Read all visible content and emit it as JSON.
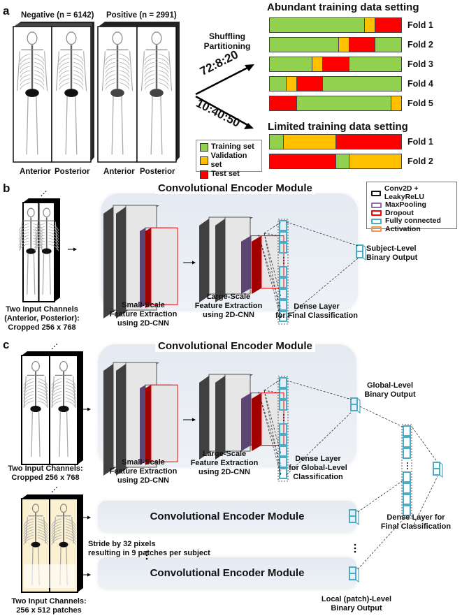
{
  "panels": {
    "a": {
      "label": "a",
      "negative_title": "Negative (n = 6142)",
      "positive_title": "Positive (n = 2991)",
      "views": [
        "Anterior",
        "Posterior",
        "Anterior",
        "Posterior"
      ],
      "shuffle_text": [
        "Shuffling",
        "Partitioning"
      ],
      "ratio_abundant": "72:8:20",
      "ratio_limited": "10:40:50",
      "legend": [
        {
          "label": "Training set",
          "color": "#92d050"
        },
        {
          "label": "Validation set",
          "color": "#ffc000"
        },
        {
          "label": "Test set",
          "color": "#ff0000"
        }
      ],
      "abundant": {
        "title": "Abundant training data setting",
        "folds": [
          {
            "label": "Fold 1",
            "segments": [
              {
                "type": "train",
                "pct": 72
              },
              {
                "type": "val",
                "pct": 8
              },
              {
                "type": "test",
                "pct": 20
              }
            ]
          },
          {
            "label": "Fold 2",
            "segments": [
              {
                "type": "train",
                "pct": 52
              },
              {
                "type": "val",
                "pct": 8
              },
              {
                "type": "test",
                "pct": 20
              },
              {
                "type": "train",
                "pct": 20
              }
            ]
          },
          {
            "label": "Fold 3",
            "segments": [
              {
                "type": "train",
                "pct": 32
              },
              {
                "type": "val",
                "pct": 8
              },
              {
                "type": "test",
                "pct": 20
              },
              {
                "type": "train",
                "pct": 40
              }
            ]
          },
          {
            "label": "Fold 4",
            "segments": [
              {
                "type": "train",
                "pct": 12
              },
              {
                "type": "val",
                "pct": 8
              },
              {
                "type": "test",
                "pct": 20
              },
              {
                "type": "train",
                "pct": 60
              }
            ]
          },
          {
            "label": "Fold 5",
            "segments": [
              {
                "type": "test",
                "pct": 20
              },
              {
                "type": "train",
                "pct": 72
              },
              {
                "type": "val",
                "pct": 8
              }
            ]
          }
        ]
      },
      "limited": {
        "title": "Limited training data setting",
        "folds": [
          {
            "label": "Fold 1",
            "segments": [
              {
                "type": "train",
                "pct": 10
              },
              {
                "type": "val",
                "pct": 40
              },
              {
                "type": "test",
                "pct": 50
              }
            ]
          },
          {
            "label": "Fold 2",
            "segments": [
              {
                "type": "test",
                "pct": 50
              },
              {
                "type": "train",
                "pct": 10
              },
              {
                "type": "val",
                "pct": 40
              }
            ]
          }
        ]
      }
    },
    "b": {
      "label": "b",
      "module_title": "Convolutional Encoder Module",
      "input_caption": [
        "Two Input Channels",
        "(Anterior, Posterior):",
        "Cropped 256 x 768"
      ],
      "small_scale": [
        "Small-Scale",
        "Feature Extraction",
        "using 2D-CNN"
      ],
      "large_scale": [
        "Large-Scale",
        "Feature Extraction",
        "using 2D-CNN"
      ],
      "dense": [
        "Dense Layer",
        "for Final Classification"
      ],
      "output": [
        "Subject-Level",
        "Binary Output"
      ],
      "legend": [
        {
          "label": "Conv2D + LeakyReLU",
          "color": "#111111"
        },
        {
          "label": "MaxPooling",
          "color": "#8e6bb0"
        },
        {
          "label": "Dropout",
          "color": "#ff0000"
        },
        {
          "label": "Fully connected",
          "color": "#4bacc6"
        },
        {
          "label": "Activation",
          "color": "#f79646"
        }
      ]
    },
    "c": {
      "label": "c",
      "module_title": "Convolutional Encoder Module",
      "input_caption": [
        "Two Input Channels:",
        "Cropped 256 x 768"
      ],
      "small_scale": [
        "Small-Scale",
        "Feature Extraction",
        "using 2D-CNN"
      ],
      "large_scale": [
        "Large-Scale",
        "Feature Extraction",
        "using 2D-CNN"
      ],
      "dense_global": [
        "Dense Layer",
        "for Global-Level",
        "Classification"
      ],
      "global_output": [
        "Global-Level",
        "Binary Output"
      ],
      "dense_final": [
        "Dense Layer for",
        "Final Classification"
      ],
      "patch_module_1": "Convolutional Encoder Module",
      "patch_module_2": "Convolutional Encoder Module",
      "stride_text": [
        "Stride by 32 pixels",
        "resulting in 9 patches per subject"
      ],
      "patch_caption": [
        "Two Input Channels:",
        "256 x 512 patches"
      ],
      "local_output": [
        "Local (patch)-Level",
        "Binary Output"
      ]
    }
  },
  "colors": {
    "train": "#92d050",
    "val": "#ffc000",
    "test": "#ff0000",
    "conv": "#404040",
    "pool": "#5a4670",
    "dropout": "#c00000",
    "fc": "#4bacc6"
  }
}
